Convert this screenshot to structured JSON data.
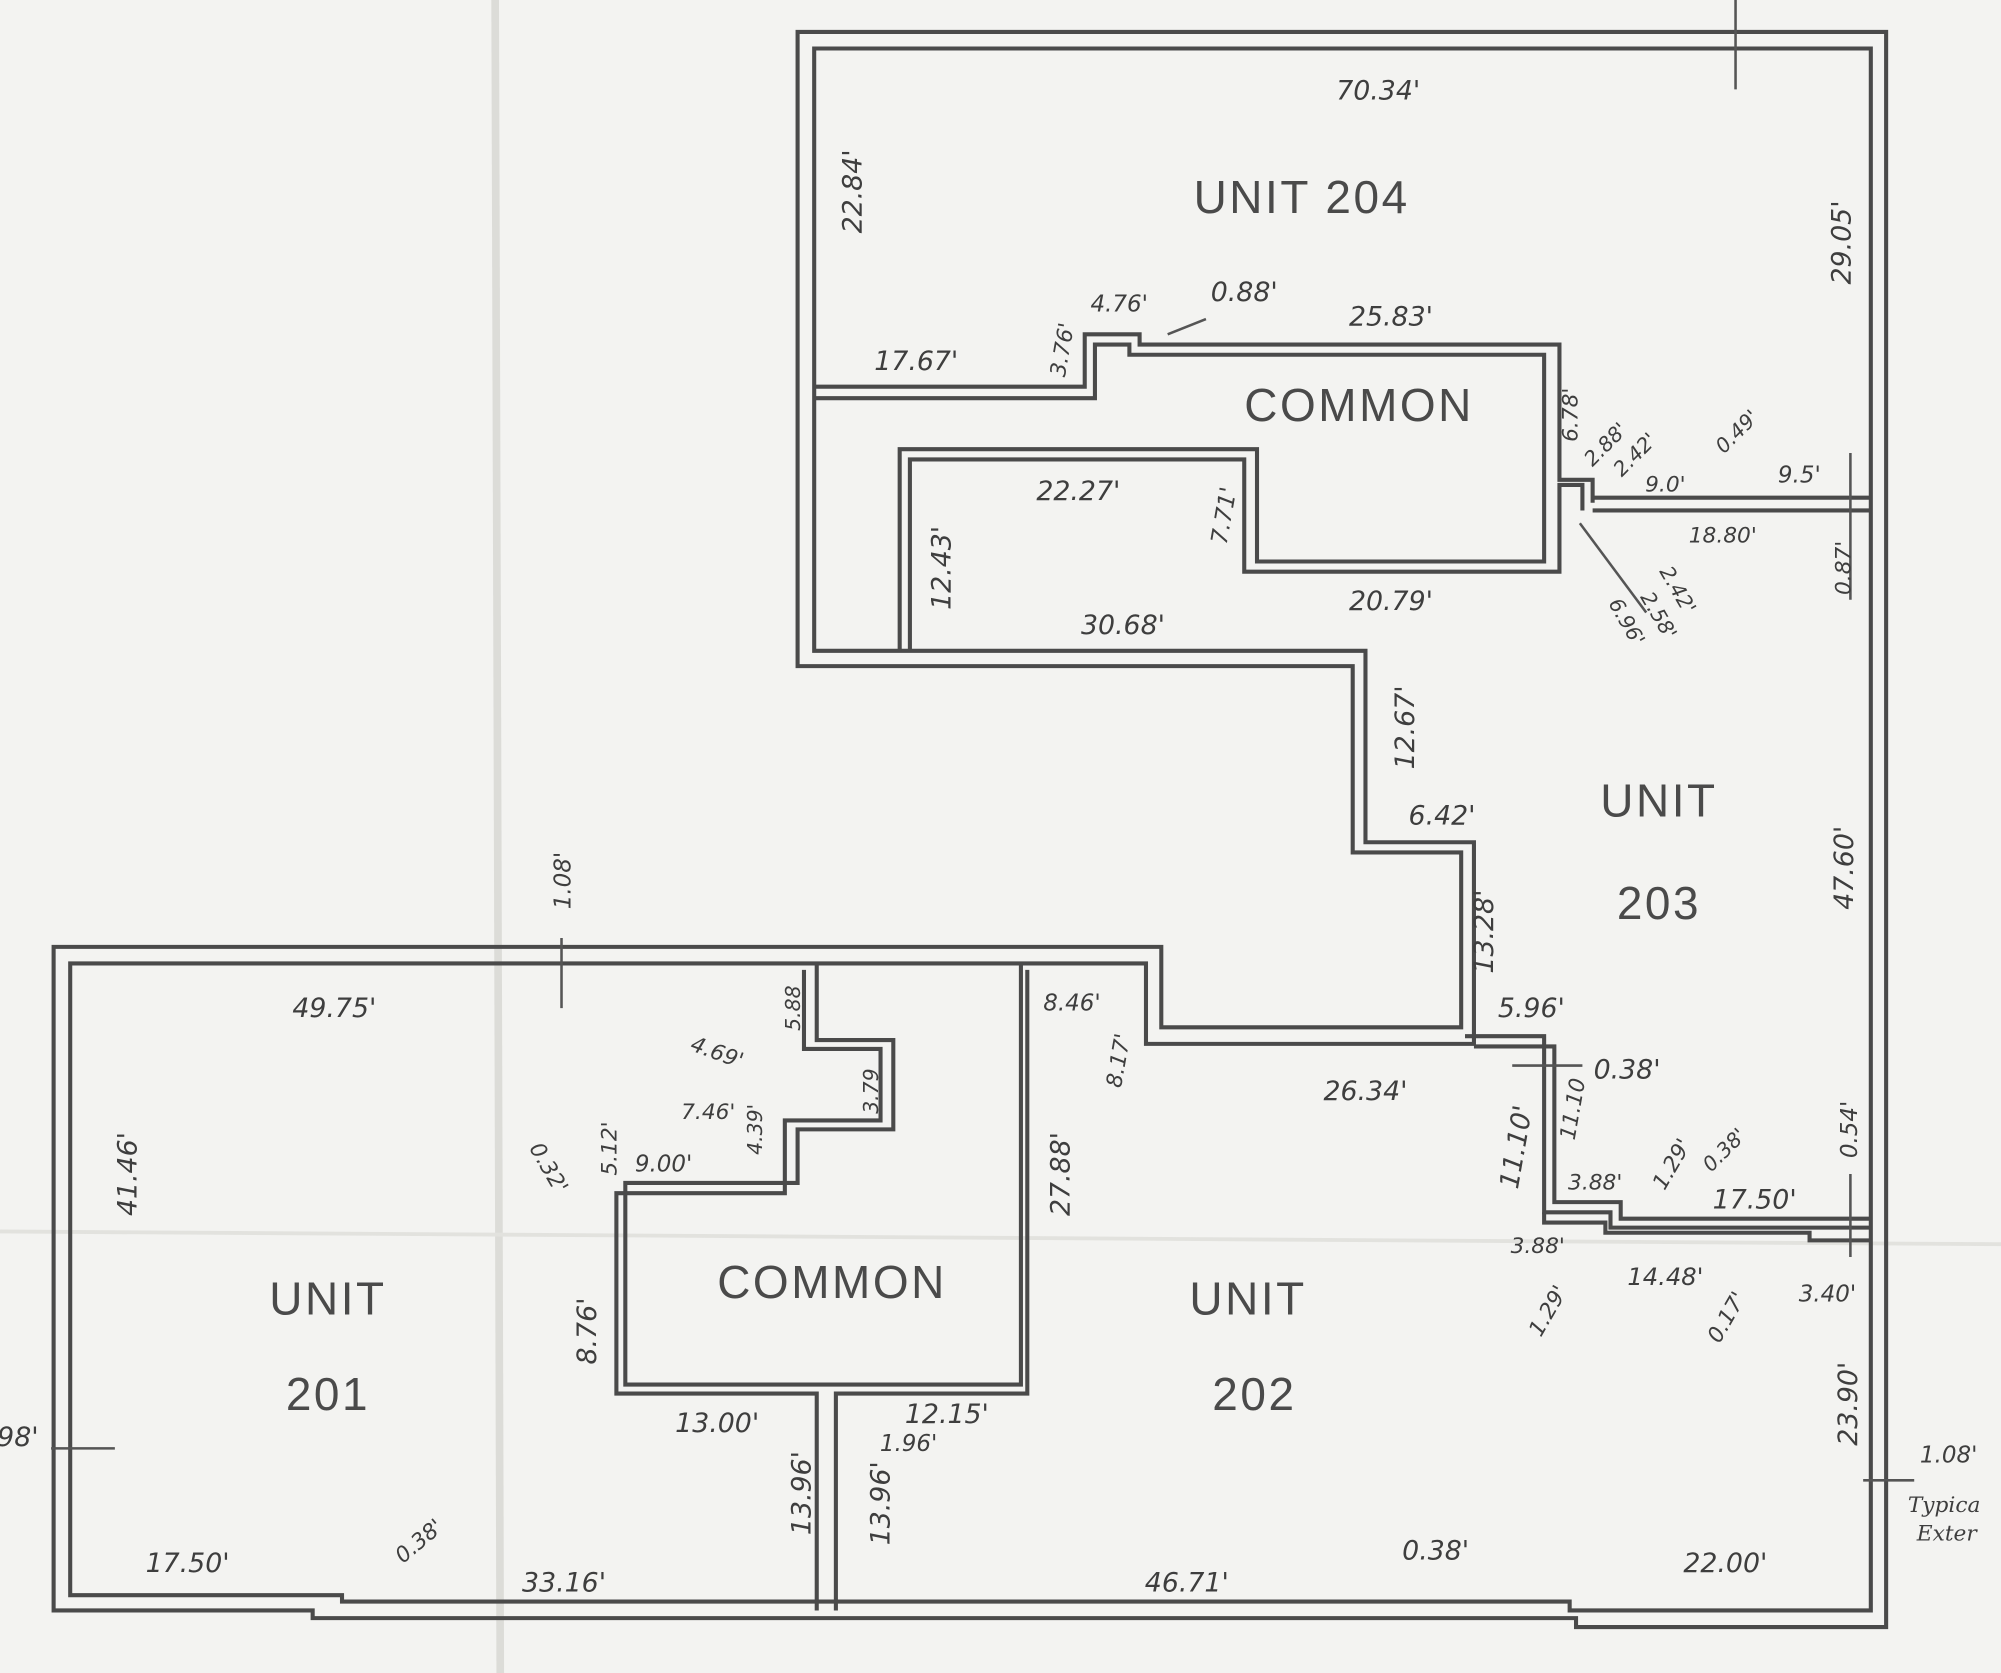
{
  "colors": {
    "paper": "#f3f3f1",
    "ink": "#4a4a4a"
  },
  "rooms": {
    "unit204": "UNIT  204",
    "common_upper": "COMMON",
    "unit203_a": "UNIT",
    "unit203_b": "203",
    "unit202_a": "UNIT",
    "unit202_b": "202",
    "unit201_a": "UNIT",
    "unit201_b": "201",
    "common_lower": "COMMON"
  },
  "dimensions": [
    "70.34'",
    "22.84'",
    "29.05'",
    "17.67'",
    "3.76'",
    "4.76'",
    "0.88'",
    "25.83'",
    "6.78'",
    "2.88'",
    "2.42'",
    "0.49'",
    "9.0'",
    "9.5'",
    "18.80'",
    "0.87'",
    "2.42'",
    "2.58'",
    "6.96'",
    "22.27'",
    "7.71'",
    "12.43'",
    "20.79'",
    "30.68'",
    "12.67'",
    "6.42'",
    "13.28'",
    "47.60'",
    "5.96'",
    "0.38'",
    "26.34'",
    "11.10'",
    "11.10",
    "3.88'",
    "1.29'",
    "0.38'",
    "17.50'",
    "0.54'",
    "3.88'",
    "1.29'",
    "14.48'",
    "0.17'",
    "3.40'",
    "23.90'",
    "1.08'",
    "8.46'",
    "8.17'",
    "27.88'",
    "1.08'",
    "49.75'",
    "41.46'",
    "5.88",
    "4.69'",
    "3.79",
    "7.46'",
    "4.39'",
    "5.12'",
    "0.32'",
    "9.00'",
    "8.76'",
    "13.00'",
    "12.15'",
    "1.96'",
    "13.96'",
    "13.96'",
    "17.50'",
    "0.38'",
    "33.16'",
    "46.71'",
    "0.38'",
    "22.00'",
    "98'"
  ],
  "notes": {
    "line1": "Typica",
    "line2": "Exter"
  }
}
